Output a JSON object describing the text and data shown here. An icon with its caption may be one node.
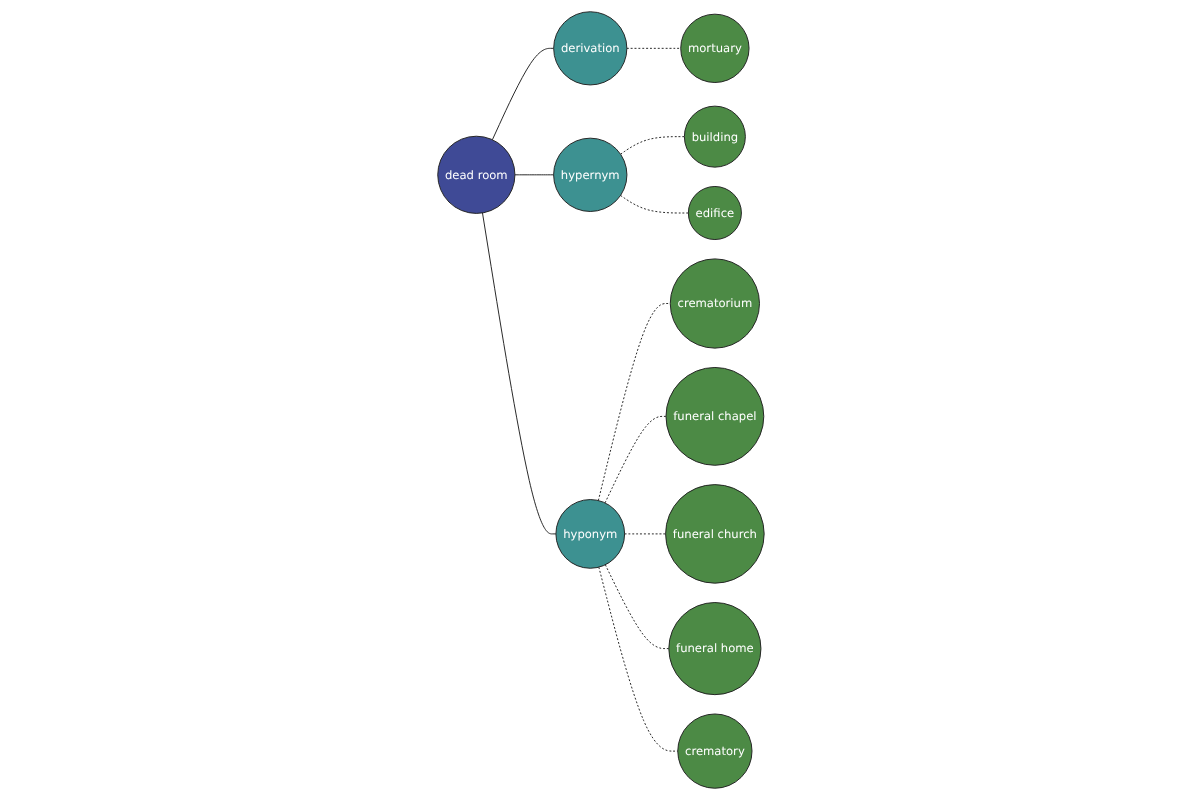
{
  "diagram": {
    "nodes": [
      {
        "text": [
          "mortuary"
        ]
      },
      {
        "text": [
          "derivation"
        ]
      },
      {
        "text": [
          "dead room"
        ]
      },
      {
        "text": [
          "building"
        ]
      },
      {
        "text": [
          "hypernym"
        ]
      },
      {
        "text": [
          "crematorium"
        ]
      },
      {
        "text": [
          "hyponym"
        ]
      },
      {
        "text": [
          "edifice"
        ]
      },
      {
        "text": [
          "funeral home"
        ]
      },
      {
        "text": [
          "funeral chapel"
        ]
      },
      {
        "text": [
          "funeral church"
        ]
      },
      {
        "text": [
          "crematory"
        ]
      }
    ],
    "edges": [
      {
        "from": 2,
        "to": 1,
        "arrow": "none"
      },
      {
        "from": 1,
        "to": 0,
        "arrow": "none",
        "style": "dashed"
      },
      {
        "from": 2,
        "to": 4,
        "arrow": "none"
      },
      {
        "from": 4,
        "to": 3,
        "arrow": "none",
        "style": "dashed"
      },
      {
        "from": 4,
        "to": 7,
        "arrow": "none",
        "style": "dashed"
      },
      {
        "from": 2,
        "to": 6,
        "arrow": "none"
      },
      {
        "from": 6,
        "to": 5,
        "arrow": "none",
        "style": "dashed"
      },
      {
        "from": 6,
        "to": 9,
        "arrow": "none",
        "style": "dashed"
      },
      {
        "from": 6,
        "to": 10,
        "arrow": "none",
        "style": "dashed"
      },
      {
        "from": 6,
        "to": 8,
        "arrow": "none",
        "style": "dashed"
      },
      {
        "from": 6,
        "to": 11,
        "arrow": "none",
        "style": "dashed"
      }
    ]
  }
}
